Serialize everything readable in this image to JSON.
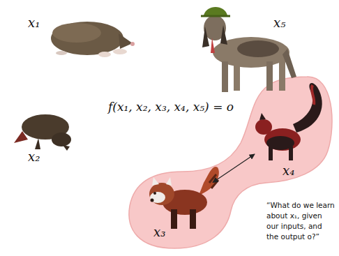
{
  "diagram": {
    "nodes": [
      {
        "text": [
          "x₃"
        ]
      },
      {
        "text": [
          "x₄"
        ]
      }
    ],
    "edges": [
      {
        "from": 0,
        "to": 1,
        "arrow": "both"
      }
    ],
    "labels": [
      "x₁",
      "x₂",
      "x₅",
      "f(x₁, x₂, x₃, x₄, x₅) = o",
      "“What do we learn about x₁, given our inputs, and the output o?”"
    ]
  }
}
